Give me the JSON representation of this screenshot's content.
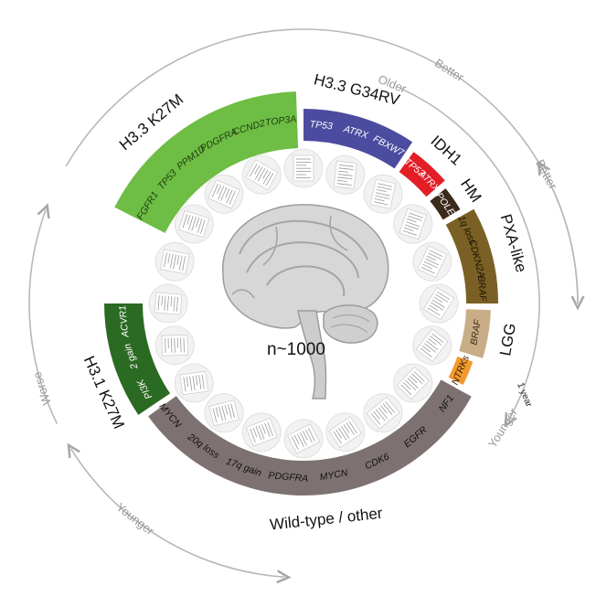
{
  "center_label": "n~1000",
  "one_year_label": "1 year",
  "axis_labels": {
    "outer_better": "Better",
    "inner_older": "Older",
    "right_better": "Better",
    "right_younger": "Younger",
    "left_worse": "Worse",
    "left_younger": "Younger"
  },
  "segments": [
    {
      "title": "H3.3 K27M",
      "color": "#6ebd44",
      "genes": [
        "FGFR1",
        "TP53",
        "PPM1D",
        "PDGFRA",
        "CCND2",
        "TOP3A"
      ],
      "gene_color": "#1e3d0e"
    },
    {
      "title": "H3.3 G34RV",
      "color": "#4b4c9f",
      "genes": [
        "TP53",
        "ATRX",
        "FBXW7"
      ],
      "gene_color": "#ffffff"
    },
    {
      "title": "IDH1",
      "color": "#e41e26",
      "genes": [
        "TP53",
        "ATRX"
      ],
      "gene_color": "#ffffff"
    },
    {
      "title": "HM",
      "color": "#3c2a1a",
      "genes": [
        "POLE"
      ],
      "gene_color": "#ffffff"
    },
    {
      "title": "PXA-like",
      "color": "#7a6024",
      "genes": [
        "1q loss",
        "CDKN2A",
        "BRAF"
      ],
      "gene_color": "#1a1206"
    },
    {
      "title": "LGG",
      "color": "#c9ad87",
      "genes": [
        "BRAF"
      ],
      "gene_color": "#3a2a14"
    },
    {
      "title": "",
      "color": "#f29a2e",
      "genes": [
        "NTRKs"
      ],
      "gene_color": "#3a2006"
    },
    {
      "title": "Wild-type / other",
      "color": "#7d7271",
      "genes": [
        "NF1",
        "EGFR",
        "CDK6",
        "MYCN",
        "PDGFRA",
        "17q gain",
        "20q loss",
        "MYCN"
      ],
      "gene_color": "#111111"
    },
    {
      "title": "H3.1 K27M",
      "color": "#2b6a22",
      "genes": [
        "PI3K",
        "2 gain",
        "ACVR1"
      ],
      "gene_color": "#ffffff"
    }
  ]
}
